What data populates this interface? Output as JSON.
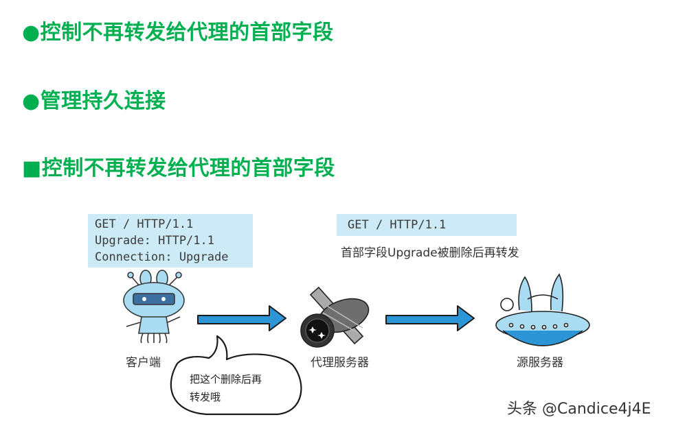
{
  "headings": [
    "●控制不再转发给代理的首部字段",
    "●管理持久连接",
    "■控制不再转发给代理的首部字段"
  ],
  "client_request": {
    "lines": [
      "GET / HTTP/1.1",
      "Upgrade: HTTP/1.1",
      "Connection: Upgrade"
    ]
  },
  "proxy_request": {
    "line": "GET / HTTP/1.1",
    "note": "首部字段Upgrade被删除后再转发"
  },
  "nodes": {
    "client": "客户端",
    "proxy": "代理服务器",
    "origin": "源服务器"
  },
  "speech_bubble": {
    "lines": [
      "把这个删除后再",
      "转发哦"
    ]
  },
  "watermark": "头条 @Candice4j4E",
  "colors": {
    "heading": "#00b050",
    "box_fill": "#cdebf6",
    "arrow_fill": "#2b95d6",
    "robot_body": "#a9dcf2"
  }
}
